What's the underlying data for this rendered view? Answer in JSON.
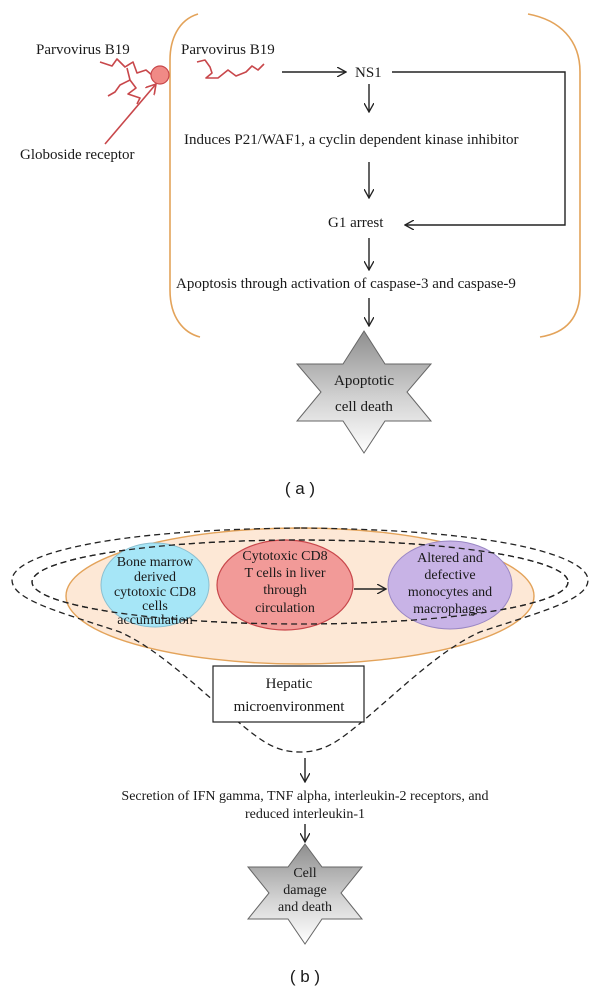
{
  "panel_a": {
    "virus_outside": "Parvovirus B19",
    "virus_inside": "Parvovirus B19",
    "receptor": "Globoside receptor",
    "ns1": "NS1",
    "p21": "Induces P21/WAF1, a cyclin dependent kinase inhibitor",
    "g1": "G1 arrest",
    "apoptosis": "Apoptosis through activation of caspase-3 and caspase-9",
    "death": [
      "Apoptotic",
      "cell death"
    ],
    "label": "( a )"
  },
  "panel_b": {
    "bone_marrow": [
      "Bone marrow",
      "derived",
      "cytotoxic CD8",
      "cells",
      "accumulation"
    ],
    "cd8_liver": [
      "Cytotoxic CD8",
      "T cells in liver",
      "through",
      "circulation"
    ],
    "monocytes": [
      "Altered and",
      "defective",
      "monocytes and",
      "macrophages"
    ],
    "hepatic": [
      "Hepatic",
      "microenvironment"
    ],
    "secretion": [
      "Secretion of IFN gamma, TNF alpha, interleukin-2 receptors, and",
      "reduced interleukin-1"
    ],
    "death": [
      "Cell",
      "damage",
      "and death"
    ],
    "label": "( b )"
  },
  "colors": {
    "bracket": "#e3a35a",
    "virus": "#c8474b",
    "receptor_fill": "#f08a86",
    "blue_cell": "#a6e6f7",
    "red_cell": "#f29a98",
    "purple_cell": "#c8b3e6",
    "tissue": "#fde8d6"
  }
}
